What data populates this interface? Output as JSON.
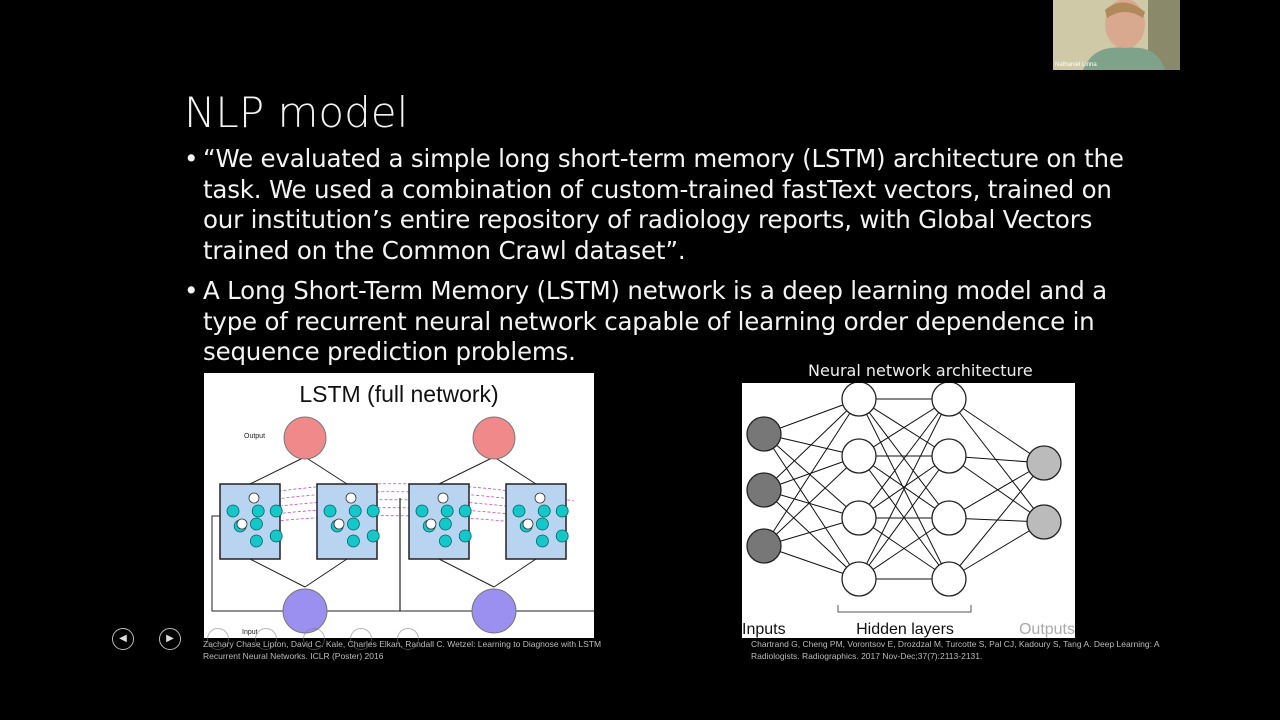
{
  "slide": {
    "title": "NLP model",
    "bullet_char": "•",
    "bullets": [
      {
        "text": "“We evaluated a simple long short-term memory (LSTM) architecture  on the task. We used a combination of custom-trained fastText vectors, trained on our institution’s entire repository of radiology reports, with Global Vectors  trained on the Common Crawl dataset”."
      },
      {
        "text": "A Long Short-Term Memory (LSTM) network is a deep learning model and a type of recurrent neural network capable of learning order dependence in sequence prediction problems."
      }
    ]
  },
  "lstm_figure": {
    "title": "LSTM (full network)",
    "output_label": "Output",
    "input_label": "Input",
    "citation": "Zachary Chase Lipton, David C. Kale, Charles Elkan, Randall C. Wetzel: Learning to Diagnose with LSTM Recurrent Neural Networks. ICLR (Poster) 2016",
    "colors": {
      "output_node": "#f08a8a",
      "input_node": "#9b8ff0",
      "cell_bg": "#b8d4f0",
      "gate": "#12c8c8"
    }
  },
  "nn_figure": {
    "caption": "Neural network architecture",
    "inputs_label": "Inputs",
    "hidden_label": "Hidden layers",
    "outputs_label": "Outputs",
    "citation": "Chartrand G, Cheng PM, Vorontsov E, Drozdzal M, Turcotte S, Pal CJ, Kadoury S, Tang A. Deep Learning: A Radiologists. Radiographics. 2017 Nov-Dec;37(7):2113-2131.",
    "colors": {
      "input_node": "#777777",
      "output_node": "#bbbbbb",
      "hidden_node": "#ffffff"
    }
  },
  "webcam": {
    "name": "Nathaniel Linna"
  },
  "nav": {
    "prev_icon": "◀",
    "next_icon": "▶"
  }
}
